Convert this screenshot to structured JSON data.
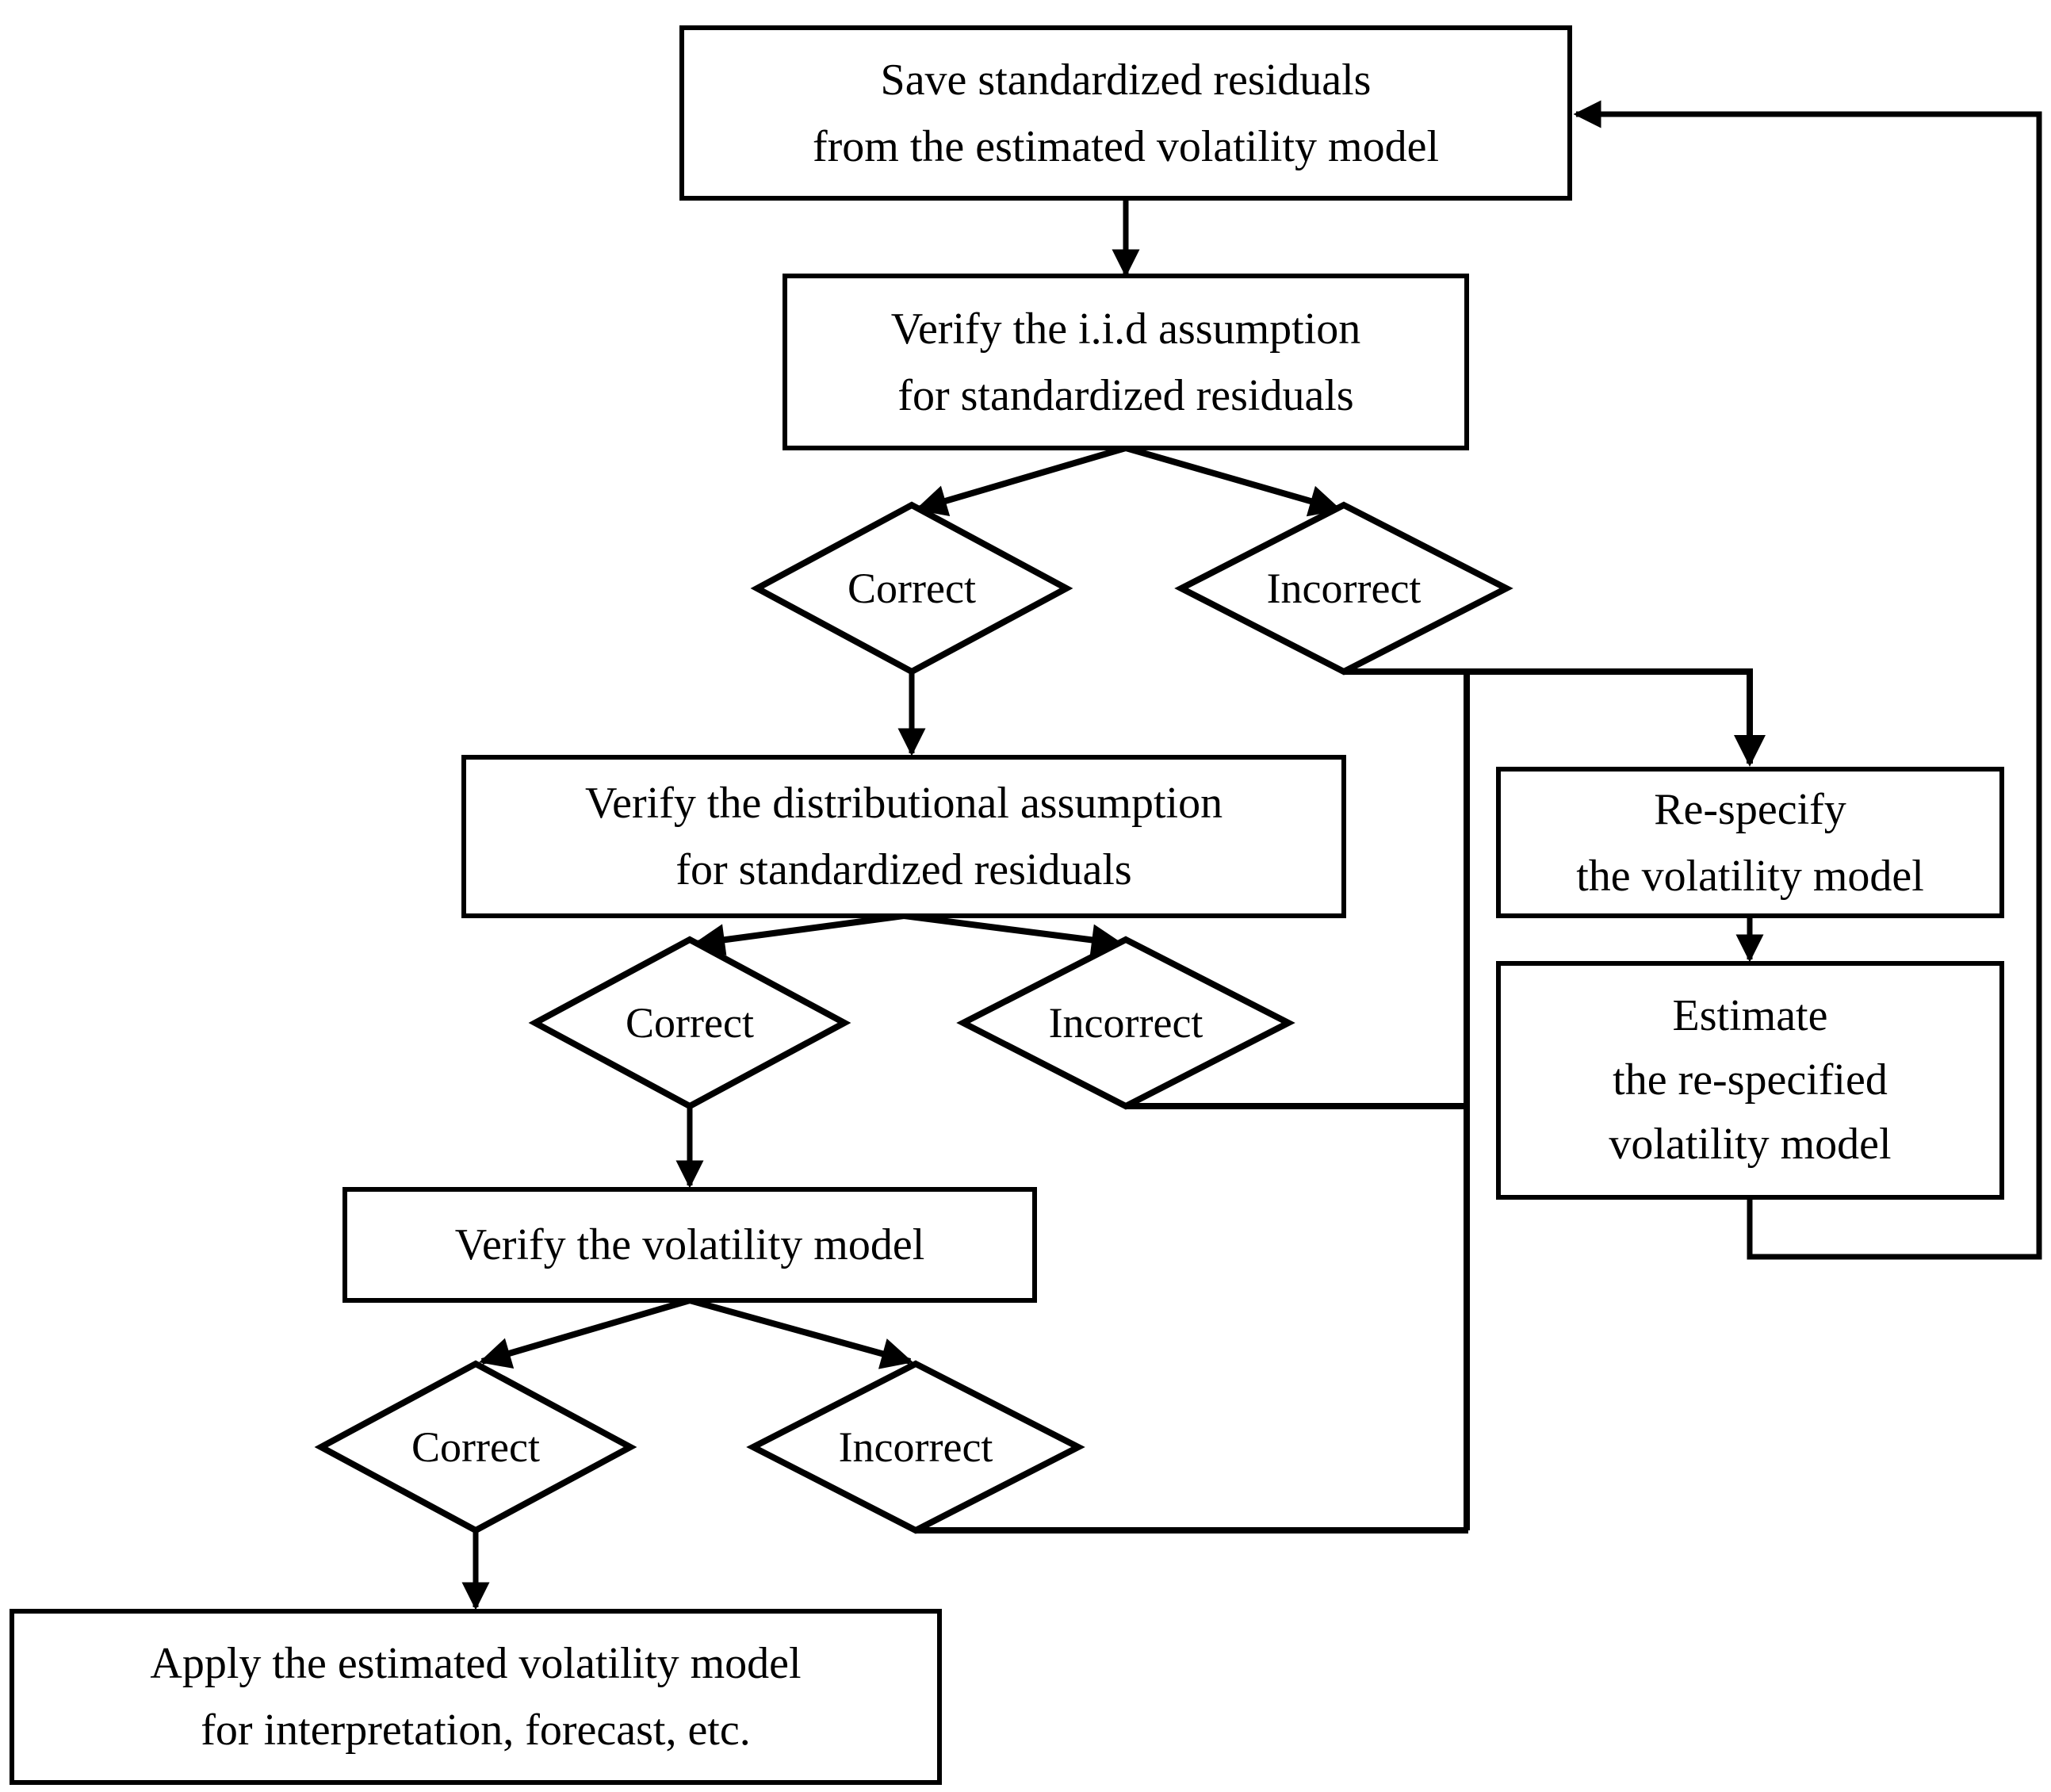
{
  "diagram": {
    "type": "flowchart",
    "colors": {
      "line": "#000000",
      "background": "#ffffff",
      "text": "#000000"
    },
    "nodes": {
      "save": {
        "lines": [
          "Save standardized residuals",
          "from the estimated volatility model"
        ]
      },
      "verify_iid": {
        "lines": [
          "Verify the i.i.d assumption",
          "for standardized residuals"
        ]
      },
      "correct_iid": {
        "label": "Correct"
      },
      "incorrect_iid": {
        "label": "Incorrect"
      },
      "verify_dist": {
        "lines": [
          "Verify the distributional assumption",
          "for standardized residuals"
        ]
      },
      "correct_dist": {
        "label": "Correct"
      },
      "incorrect_dist": {
        "label": "Incorrect"
      },
      "verify_vol": {
        "lines": [
          "Verify the volatility model"
        ]
      },
      "correct_vol": {
        "label": "Correct"
      },
      "incorrect_vol": {
        "label": "Incorrect"
      },
      "apply": {
        "lines": [
          "Apply the estimated volatility model",
          "for interpretation, forecast, etc."
        ]
      },
      "respecify": {
        "lines": [
          "Re-specify",
          "the volatility model"
        ]
      },
      "estimate": {
        "lines": [
          "Estimate",
          "the re-specified",
          "volatility model"
        ]
      }
    },
    "edges": [
      "save -> verify_iid",
      "verify_iid -> correct_iid",
      "verify_iid -> incorrect_iid",
      "correct_iid -> verify_dist",
      "verify_dist -> correct_dist",
      "verify_dist -> incorrect_dist",
      "correct_dist -> verify_vol",
      "verify_vol -> correct_vol",
      "verify_vol -> incorrect_vol",
      "correct_vol -> apply",
      "incorrect_iid -> respecify",
      "incorrect_dist -> respecify",
      "incorrect_vol -> respecify",
      "respecify -> estimate",
      "estimate -> save"
    ]
  }
}
